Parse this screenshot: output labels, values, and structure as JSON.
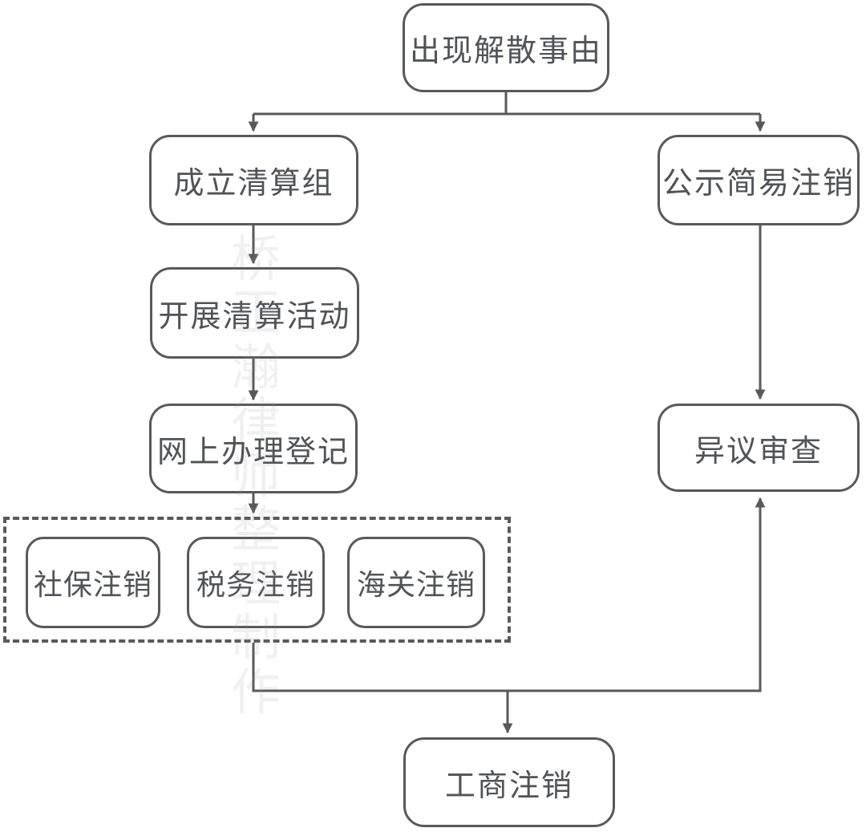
{
  "diagram": {
    "type": "flowchart",
    "background_color": "#ffffff",
    "line_color": "#58595b",
    "text_color": "#515358",
    "nodes": {
      "dissolution_event": {
        "label": "出现解散事由"
      },
      "form_liquidation_group": {
        "label": "成立清算组"
      },
      "publicize_simple_deregistration": {
        "label": "公示简易注销"
      },
      "carry_out_liquidation": {
        "label": "开展清算活动"
      },
      "online_registration": {
        "label": "网上办理登记"
      },
      "social_security_deregistration": {
        "label": "社保注销"
      },
      "tax_deregistration": {
        "label": "税务注销"
      },
      "customs_deregistration": {
        "label": "海关注销"
      },
      "objection_review": {
        "label": "异议审查"
      },
      "business_deregistration": {
        "label": "工商注销"
      }
    },
    "edges": [
      {
        "from": "dissolution_event",
        "to": "form_liquidation_group"
      },
      {
        "from": "dissolution_event",
        "to": "publicize_simple_deregistration"
      },
      {
        "from": "form_liquidation_group",
        "to": "carry_out_liquidation"
      },
      {
        "from": "carry_out_liquidation",
        "to": "online_registration"
      },
      {
        "from": "online_registration",
        "to": "deregistration_tasks_group"
      },
      {
        "from": "publicize_simple_deregistration",
        "to": "objection_review"
      },
      {
        "from": "deregistration_tasks_group",
        "to": "objection_review"
      },
      {
        "from": "deregistration_tasks_group",
        "to": "business_deregistration"
      }
    ],
    "watermark": {
      "chars": [
        "桥",
        "正",
        "瀚",
        "律",
        "师",
        "整",
        "理",
        "制",
        "作"
      ]
    }
  }
}
